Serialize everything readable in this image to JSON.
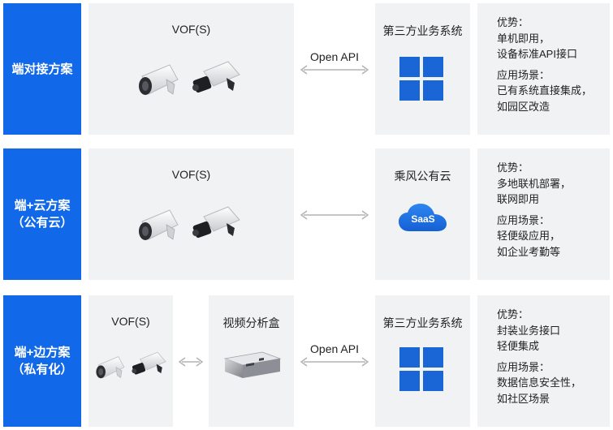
{
  "rows": [
    {
      "solution": [
        "端对接方案"
      ],
      "device_title": "VOF(S)",
      "connector_label": "Open API",
      "target_title": "第三方业务系统",
      "target_icon": "windows-logo-icon",
      "advantage_title": "优势：",
      "advantage_lines": [
        "单机即用，",
        "设备标准API接口"
      ],
      "scenario_title": "应用场景：",
      "scenario_lines": [
        "已有系统直接集成，",
        "如园区改造"
      ]
    },
    {
      "solution": [
        "端+云方案",
        "（公有云）"
      ],
      "device_title": "VOF(S)",
      "target_title": "乘风公有云",
      "target_icon": "saas-cloud-icon",
      "saas_label": "SaaS",
      "advantage_title": "优势：",
      "advantage_lines": [
        "多地联机部署，",
        "联网即用"
      ],
      "scenario_title": "应用场景：",
      "scenario_lines": [
        "轻便级应用，",
        "如企业考勤等"
      ]
    },
    {
      "solution": [
        "端+边方案",
        "（私有化）"
      ],
      "device_title": "VOF(S)",
      "box_title": "视频分析盒",
      "connector_label": "Open API",
      "target_title": "第三方业务系统",
      "target_icon": "windows-logo-icon",
      "advantage_title": "优势：",
      "advantage_lines": [
        "封装业务接口",
        "轻便集成"
      ],
      "scenario_title": "应用场景：",
      "scenario_lines": [
        "数据信息安全性，",
        "如社区场景"
      ]
    }
  ],
  "colors": {
    "solution_bg": "#1168e8",
    "panel_bg": "#f1f2f4",
    "windows_blue": "#1b66d6",
    "saas_blue": "#1e73e6",
    "arrow": "#b3b3b3"
  }
}
